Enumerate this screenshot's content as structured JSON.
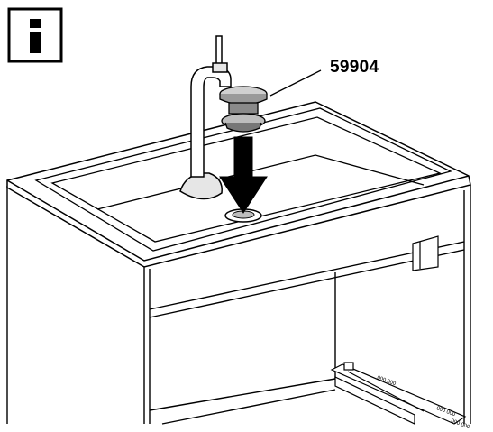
{
  "info_icon": {
    "symbol": "i",
    "name": "info-icon"
  },
  "callout": {
    "part_number": "59904"
  },
  "rail_markings": [
    "000 000",
    "000 000",
    "000 000"
  ],
  "colors": {
    "line": "#000000",
    "shade": "#bdbdbd",
    "dark": "#666666",
    "arrow": "#000000"
  }
}
